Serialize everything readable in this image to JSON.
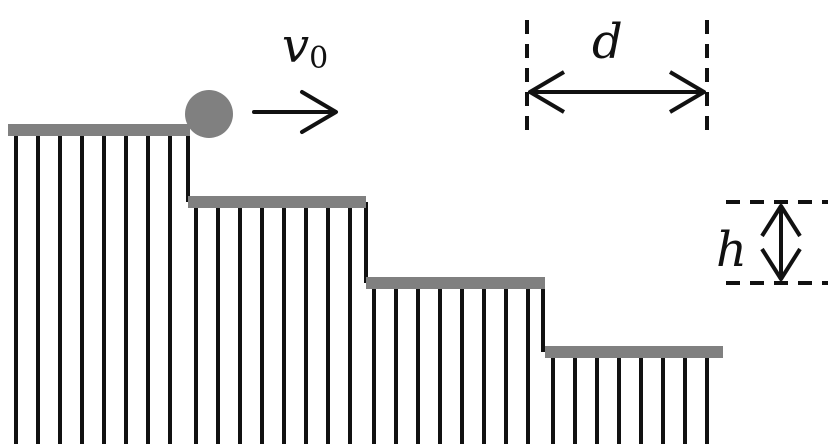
{
  "labels": {
    "velocity": "v",
    "velocity_subscript": "0",
    "step_width": "d",
    "step_height": "h"
  },
  "diagram": {
    "step_count": 4,
    "ball_color": "#808080",
    "tread_color": "#808080",
    "hatch_color": "#111111"
  }
}
